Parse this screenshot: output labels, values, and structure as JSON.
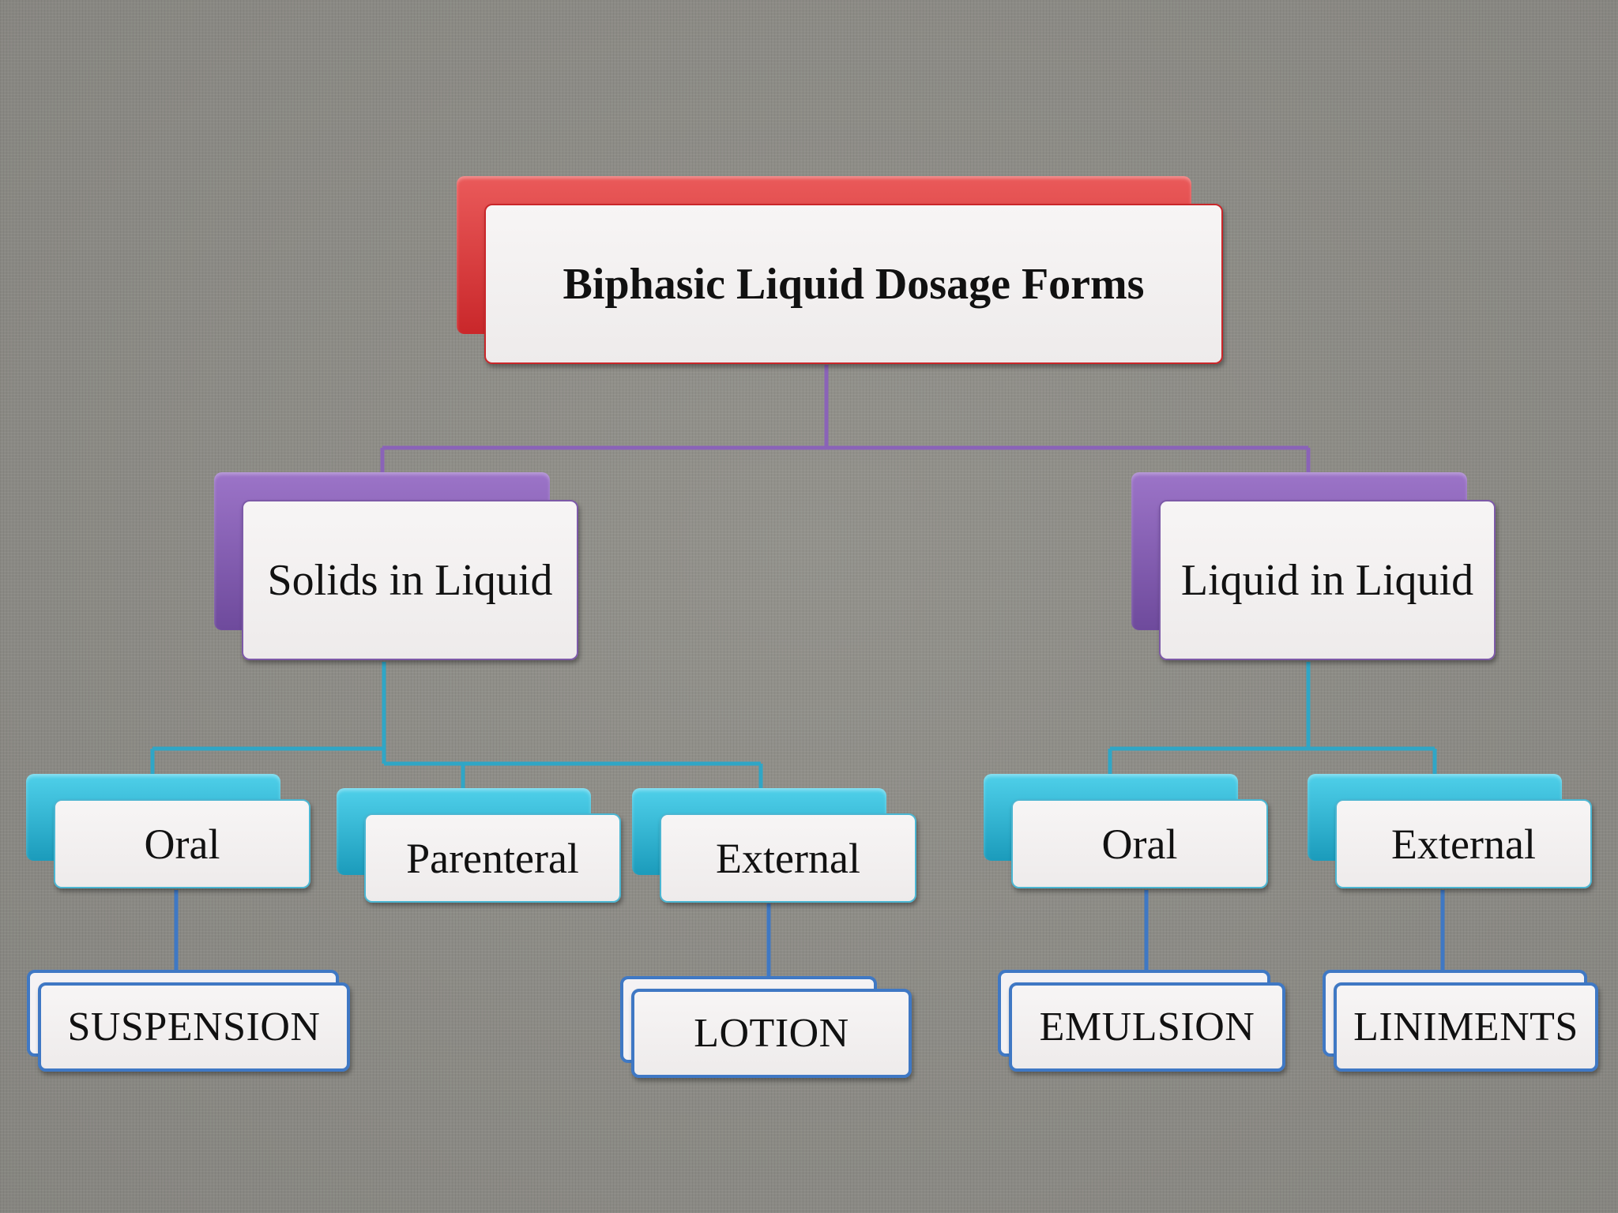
{
  "diagram": {
    "root": {
      "label": "Biphasic Liquid Dosage Forms",
      "color": "#d63a3c"
    },
    "categories": [
      {
        "key": "solids",
        "label": "Solids in Liquid",
        "color": "#8a63b8",
        "routes": [
          {
            "label": "Oral",
            "product": "SUSPENSION"
          },
          {
            "label": "Parenteral",
            "product": ""
          },
          {
            "label": "External",
            "product": "LOTION"
          }
        ]
      },
      {
        "key": "liquids",
        "label": "Liquid in Liquid",
        "color": "#8a63b8",
        "routes": [
          {
            "label": "Oral",
            "product": "EMULSION"
          },
          {
            "label": "External",
            "product": "LINIMENTS"
          }
        ]
      }
    ],
    "colors": {
      "root_connector": "#8a63b8",
      "route_connector": "#2fa6c6",
      "leaf_connector": "#3f78c4",
      "route_box": "#2db8d8",
      "leaf_border": "#3f78c4"
    }
  }
}
